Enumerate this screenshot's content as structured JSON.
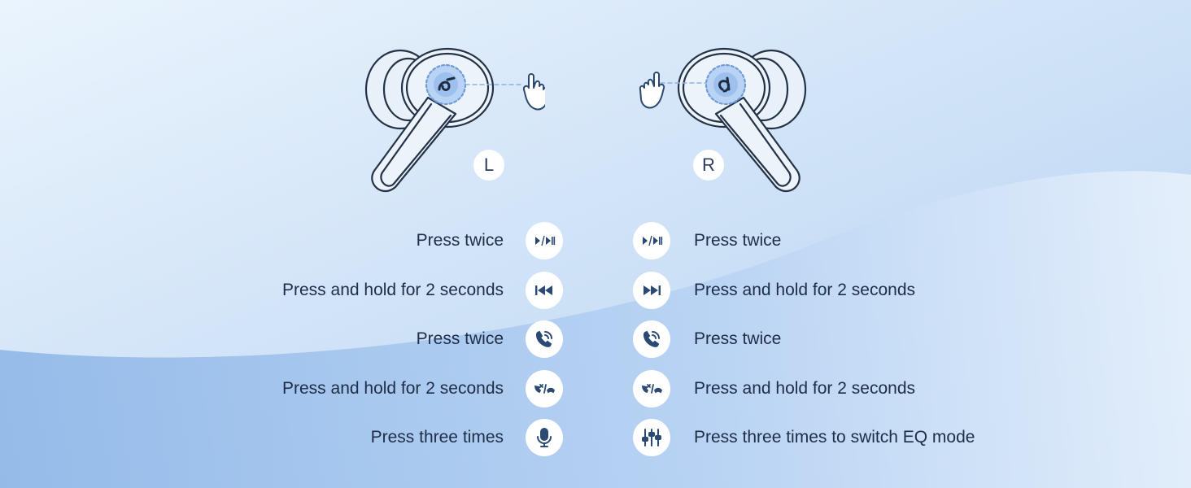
{
  "labels": {
    "left": "L",
    "right": "R"
  },
  "left_controls": [
    {
      "action": "Press twice",
      "icon": "play-pause-icon"
    },
    {
      "action": "Press and hold for 2 seconds",
      "icon": "previous-track-icon"
    },
    {
      "action": "Press twice",
      "icon": "answer-call-icon"
    },
    {
      "action": "Press and hold for 2 seconds",
      "icon": "reject-end-call-icon"
    },
    {
      "action": "Press three times",
      "icon": "microphone-icon"
    }
  ],
  "right_controls": [
    {
      "action": "Press twice",
      "icon": "play-pause-icon"
    },
    {
      "action": "Press and hold for 2 seconds",
      "icon": "next-track-icon"
    },
    {
      "action": "Press twice",
      "icon": "answer-call-icon"
    },
    {
      "action": "Press and hold for 2 seconds",
      "icon": "reject-end-call-icon"
    },
    {
      "action": "Press three times to switch EQ mode",
      "icon": "equalizer-icon"
    }
  ],
  "colors": {
    "accent": "#2f5f9a",
    "icon_stroke": "#2b4a73",
    "background_light": "#e6f1fc",
    "background_mid": "#a9c8ee"
  }
}
